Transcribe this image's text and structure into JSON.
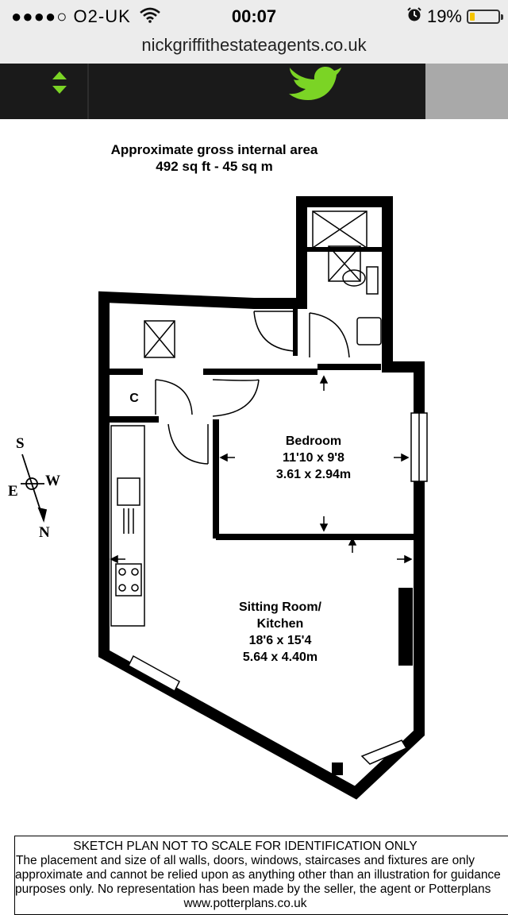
{
  "status_bar": {
    "carrier": "●●●●○ O2-UK",
    "time": "00:07",
    "battery_percent": "19%",
    "battery_level": 0.19,
    "battery_color": "#f5c400"
  },
  "browser": {
    "url": "nickgriffithestateagents.co.uk"
  },
  "site_header": {
    "accent_color": "#7bd425",
    "icons": [
      "scroll-arrows-icon",
      "twitter-bird-icon"
    ]
  },
  "floor_plan": {
    "area_title": "Approximate gross internal area",
    "area_value": "492 sq ft - 45 sq m",
    "cupboard": "C",
    "bedroom": {
      "name": "Bedroom",
      "imperial": "11'10 x 9'8",
      "metric": "3.61 x 2.94m"
    },
    "sitting_room": {
      "name_line1": "Sitting Room/",
      "name_line2": "Kitchen",
      "imperial": "18'6 x 15'4",
      "metric": "5.64 x 4.40m"
    },
    "compass": {
      "n": "N",
      "s": "S",
      "e": "E",
      "w": "W"
    }
  },
  "disclaimer": {
    "heading": "SKETCH PLAN NOT TO SCALE FOR IDENTIFICATION ONLY",
    "line1": "The placement and size of all walls, doors, windows, staircases and fixtures are only",
    "line2": "approximate and cannot be relied upon as anything other than an illustration for guidance",
    "line3": "purposes only. No representation has been made by the seller, the agent or Potterplans",
    "line4": "www.potterplans.co.uk"
  }
}
